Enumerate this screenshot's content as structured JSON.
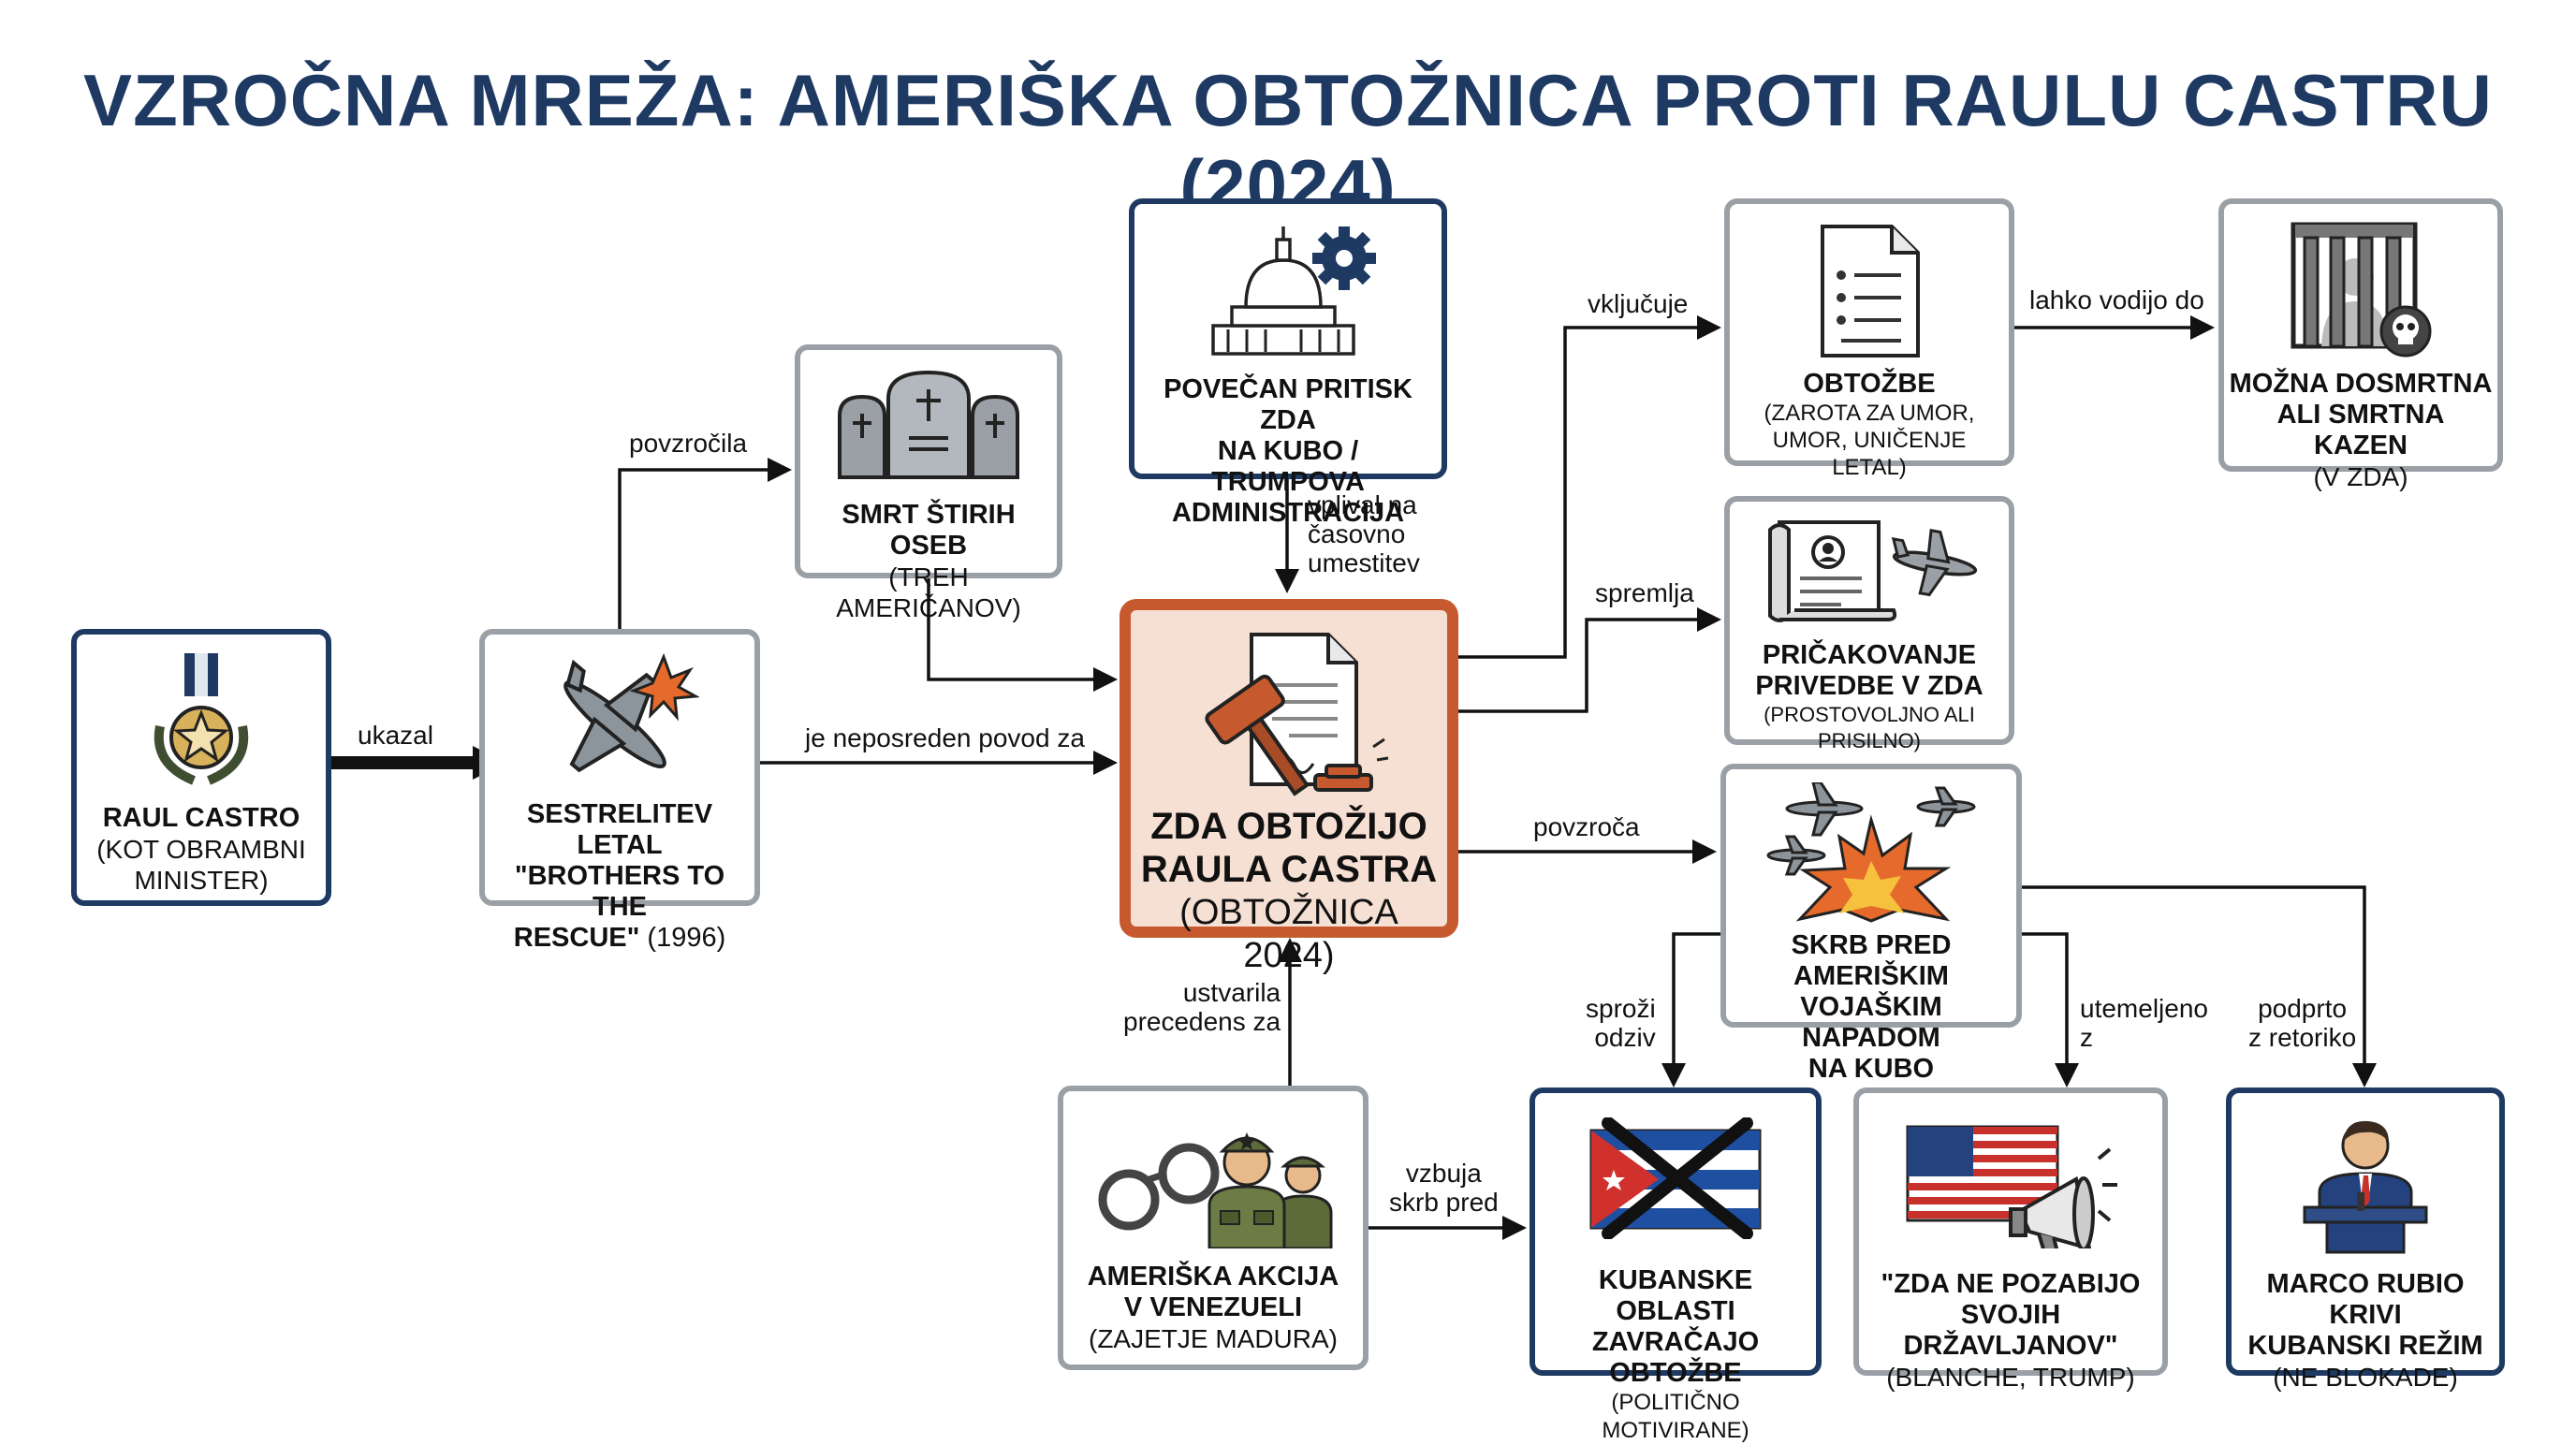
{
  "title": "VZROČNA MREŽA: AMERIŠKA OBTOŽNICA PROTI RAULU CASTRU (2024)",
  "nodes": {
    "raul": {
      "t1": "RAUL CASTRO",
      "sub": [
        "(KOT OBRAMBNI",
        "MINISTER)"
      ]
    },
    "shootdown": {
      "t1": "SESTRELITEV LETAL",
      "t2": "\"BROTHERS TO THE",
      "t3": "RESCUE\"",
      "t3_tail": " (1996)"
    },
    "deaths": {
      "t1": "SMRT ŠTIRIH OSEB",
      "sub": [
        "(TREH AMERIČANOV)"
      ]
    },
    "pressure": {
      "t1": "POVEČAN PRITISK ZDA",
      "t2": "NA KUBO / TRUMPOVA",
      "t3": "ADMINISTRACIJA"
    },
    "indictment": {
      "t1": "ZDA OBTOŽIJO",
      "t2": "RAULA CASTRA",
      "sub": [
        "(OBTOŽNICA 2024)"
      ]
    },
    "charges": {
      "t1": "OBTOŽBE",
      "sub": [
        "(ZAROTA ZA UMOR,",
        "UMOR, UNIČENJE LETAL)"
      ]
    },
    "penalty": {
      "t1": "MOŽNA DOSMRTNA",
      "t2": "ALI SMRTNA KAZEN",
      "sub": [
        "(V ZDA)"
      ]
    },
    "extradition": {
      "t1": "PRIČAKOVANJE",
      "t2": "PRIVEDBE V ZDA",
      "sub": [
        "(PROSTOVOLJNO ALI PRISILNO)"
      ]
    },
    "fear": {
      "t1": "SKRB PRED AMERIŠKIM",
      "t2": "VOJAŠKIM NAPADOM",
      "t3": "NA KUBO"
    },
    "venezuela": {
      "t1": "AMERIŠKA AKCIJA",
      "t2": "V VENEZUELI",
      "sub": [
        "(ZAJETJE MADURA)"
      ]
    },
    "cuba_reject": {
      "t1": "KUBANSKE OBLASTI",
      "t2": "ZAVRAČAJO OBTOŽBE",
      "sub": [
        "(POLITIČNO MOTIVIRANE)"
      ]
    },
    "no_kill": {
      "t1": "\"ZDA NE POZABIJO",
      "t2": "SVOJIH DRŽAVLJANOV\"",
      "sub": [
        "(BLANCHE, TRUMP)"
      ]
    },
    "rubio": {
      "t1": "MARCO RUBIO KRIVI",
      "t2": "KUBANSKI REŽIM",
      "sub": [
        "(NE BLOKADE)"
      ]
    }
  },
  "edges": {
    "ukazal": [
      "ukazal"
    ],
    "povzrocila": [
      "povzročila"
    ],
    "neposreden": [
      "je neposreden povod za"
    ],
    "vplival": [
      "vplival na",
      "časovno",
      "umestitev"
    ],
    "vkljucuje": [
      "vključuje"
    ],
    "vodijo": [
      "lahko vodijo do"
    ],
    "spremlja": [
      "spremlja"
    ],
    "povzroca": [
      "povzroča"
    ],
    "ustvarila": [
      "ustvarila",
      "precedens za"
    ],
    "vzbuja": [
      "vzbuja",
      "skrb pred"
    ],
    "sprozi": [
      "sproži",
      "odziv"
    ],
    "utemeljeno": [
      "utemeljeno",
      "z"
    ],
    "podprto": [
      "podprto",
      "z retoriko"
    ]
  },
  "colors": {
    "navy": "#1e3a63",
    "gray": "#9aa0a6",
    "accent": "#c65a2e",
    "accent_bg": "#f6e0d3",
    "arrow": "#111111"
  },
  "icons": {
    "raul": "medal-icon",
    "shootdown": "plane-explosion-icon",
    "deaths": "gravestones-icon",
    "pressure": "capitol-gear-icon",
    "indictment": "gavel-document-icon",
    "charges": "document-list-icon",
    "penalty": "prison-skull-icon",
    "extradition": "passport-plane-icon",
    "fear": "jets-explosion-icon",
    "venezuela": "handcuffs-soldiers-icon",
    "cuba_reject": "crossed-cuban-flag-icon",
    "no_kill": "us-flag-megaphone-icon",
    "rubio": "speaker-podium-icon"
  }
}
